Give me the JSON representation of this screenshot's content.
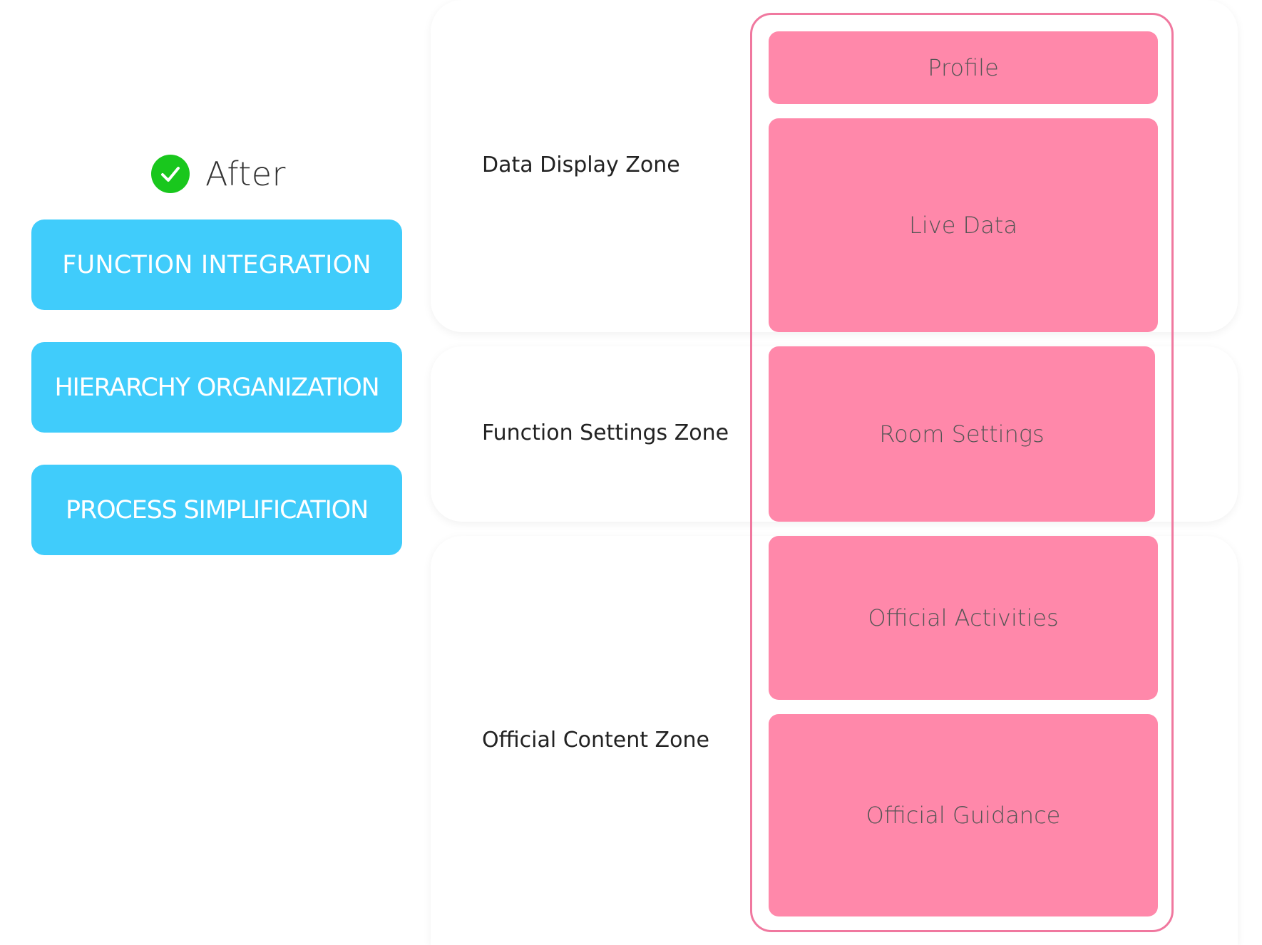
{
  "after": {
    "label": "After",
    "icon": "check-circle-icon",
    "icon_color": "#19c71d"
  },
  "principles": [
    {
      "label": "FUNCTION INTEGRATION"
    },
    {
      "label": "HIERARCHY ORGANIZATION"
    },
    {
      "label": "PROCESS SIMPLIFICATION"
    }
  ],
  "zones": [
    {
      "label": "Data Display Zone"
    },
    {
      "label": "Function Settings Zone"
    },
    {
      "label": "Official Content Zone"
    }
  ],
  "modules": [
    {
      "label": "Profile"
    },
    {
      "label": "Live Data"
    },
    {
      "label": "Room Settings"
    },
    {
      "label": "Official Activities"
    },
    {
      "label": "Official Guidance"
    }
  ],
  "colors": {
    "principle_bg": "#40ccfb",
    "module_bg": "#ff88aa",
    "phone_outline": "#f0789f"
  }
}
